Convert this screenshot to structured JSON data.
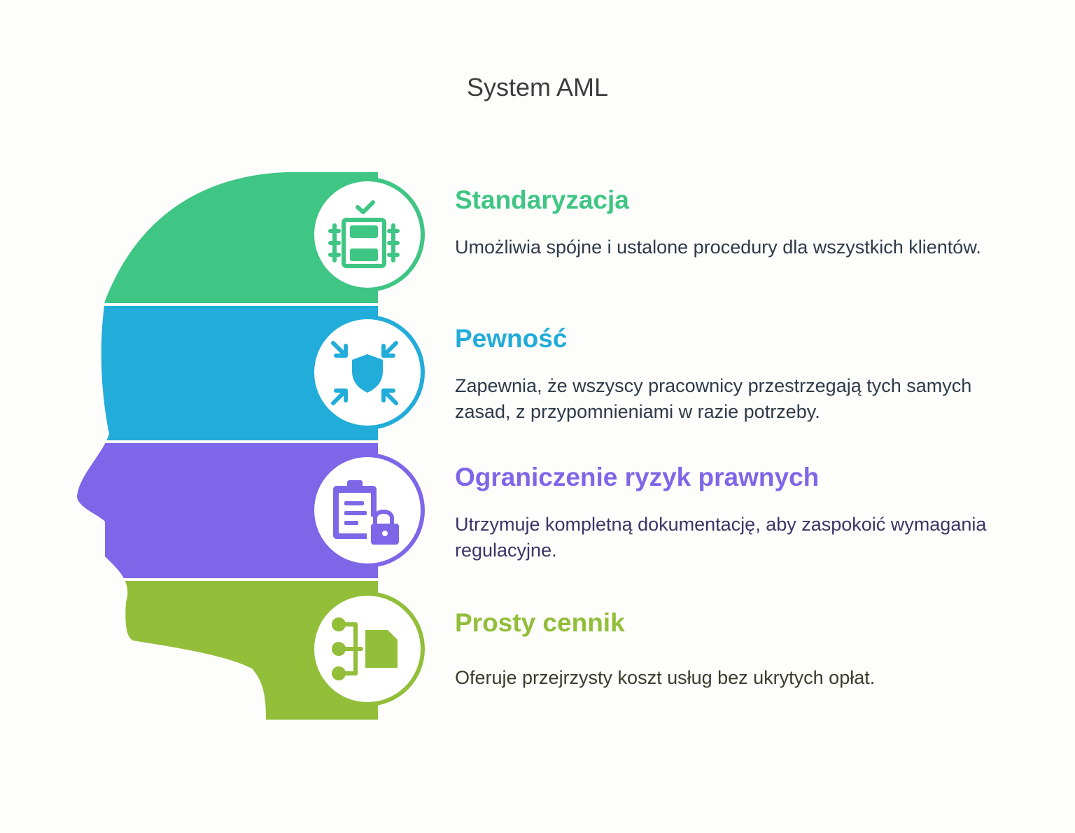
{
  "title": "System AML",
  "colors": {
    "green": "#3fc584",
    "blue": "#22acd9",
    "purple": "#7e66e8",
    "lime": "#92be3a"
  },
  "items": [
    {
      "title": "Standaryzacja",
      "description": "Umożliwia spójne i ustalone procedury dla wszystkich klientów.",
      "icon": "standardization-icon",
      "color": "#3fc584"
    },
    {
      "title": "Pewność",
      "description": "Zapewnia, że wszyscy pracownicy przestrzegają tych samych zasad, z przypomnieniami w razie potrzeby.",
      "icon": "shield-arrows-icon",
      "color": "#22acd9"
    },
    {
      "title": "Ograniczenie ryzyk prawnych",
      "description": "Utrzymuje kompletną dokumentację, aby zaspokoić wymagania regulacyjne.",
      "icon": "clipboard-lock-icon",
      "color": "#7e66e8"
    },
    {
      "title": "Prosty cennik",
      "description": "Oferuje przejrzysty koszt usług bez ukrytych opłat.",
      "icon": "flow-tag-icon",
      "color": "#92be3a"
    }
  ]
}
